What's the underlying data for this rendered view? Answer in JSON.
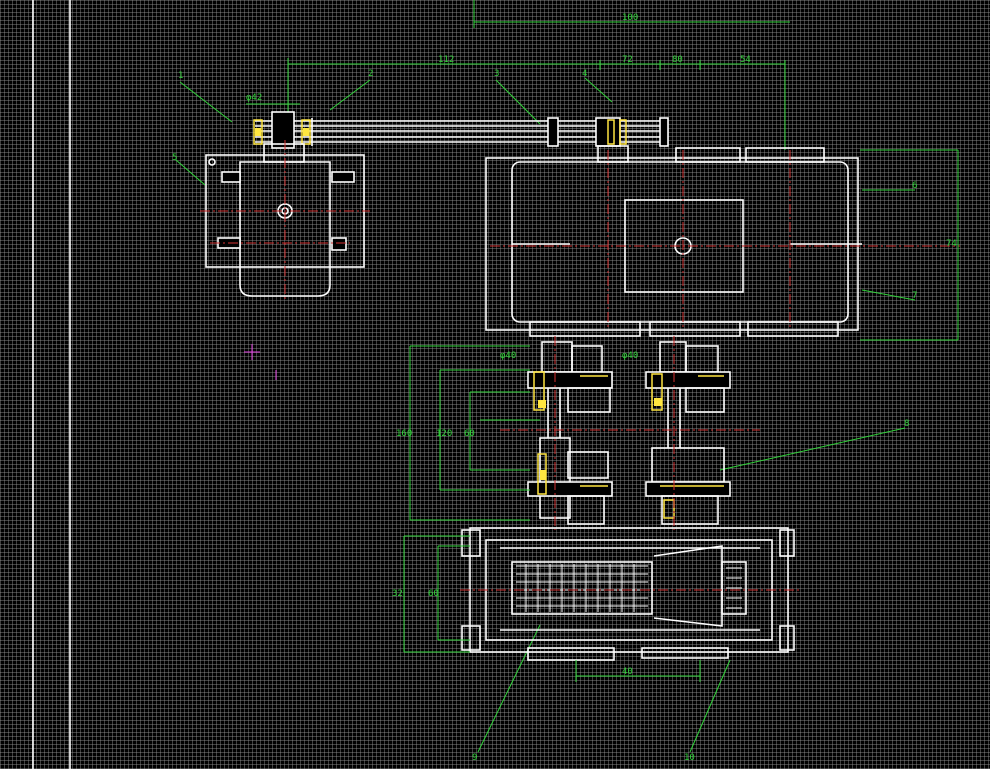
{
  "drawing": {
    "background": "#000000",
    "grid_color": "#969696",
    "colors": {
      "outline": "#ffffff",
      "dimension": "#31d43a",
      "centerline": "#d43030",
      "hatch": "#ffe640",
      "marker": "#e040e0"
    },
    "dimension_labels": {
      "d_top": "100",
      "d_row_a": "112",
      "d_row_b": "72",
      "d_row_c": "80",
      "d_row_d": "54",
      "d_pipe": "φ42",
      "d_right": "74",
      "d_mid_a": "φ40",
      "d_mid_b": "φ40",
      "d_vert_a": "160",
      "d_vert_b": "120",
      "d_vert_c": "60",
      "d_base_a": "32",
      "d_base_b": "60",
      "d_bottom": "40"
    },
    "part_numbers": [
      "1",
      "2",
      "3",
      "4",
      "5",
      "6",
      "7",
      "8",
      "9",
      "10"
    ]
  }
}
